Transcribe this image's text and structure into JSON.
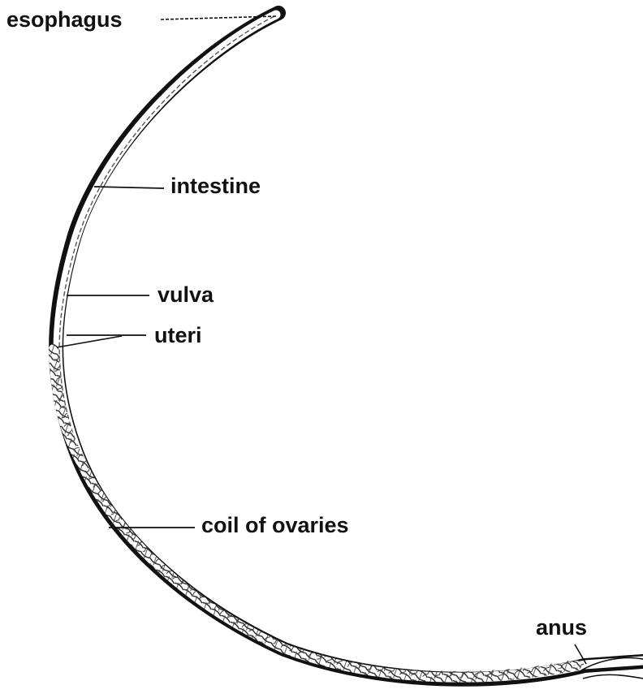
{
  "labels": {
    "esophagus": "esophagus",
    "intestine": "intestine",
    "vulva": "vulva",
    "uteri": "uteri",
    "coil_of_ovaries": "coil of ovaries",
    "anus": "anus"
  },
  "colors": {
    "ink": "#111111",
    "background": "#ffffff"
  }
}
